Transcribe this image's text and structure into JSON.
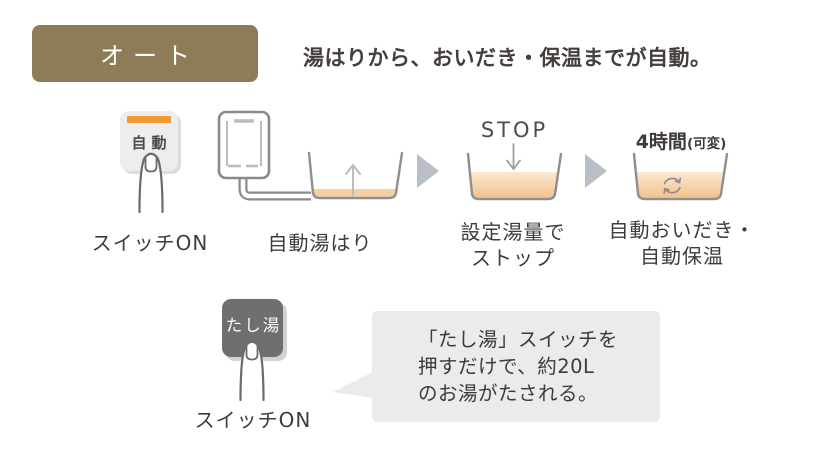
{
  "header": {
    "badge_label": "オート",
    "description": "湯はりから、おいだき・保温までが自動。"
  },
  "flow": {
    "steps": [
      {
        "button_label": "自動",
        "caption": "スイッチON"
      },
      {
        "caption": "自動湯はり"
      },
      {
        "top_label": "STOP",
        "caption_line1": "設定湯量で",
        "caption_line2": "ストップ"
      },
      {
        "top_label": "4時間",
        "top_note": "(可変)",
        "caption_line1": "自動おいだき・",
        "caption_line2": "自動保温"
      }
    ]
  },
  "bottom": {
    "button_label": "たし湯",
    "caption": "スイッチON",
    "bubble_lines": [
      "「たし湯」スイッチを",
      "押すだけで、約20L",
      "のお湯がたされる。"
    ]
  },
  "colors": {
    "badge_brown": "#8e7b57",
    "accent_orange": "#f59a33",
    "water_light": "#fbe9d0",
    "water_deep": "#f2c28e",
    "outline_gray": "#8a8a8a",
    "step_arrow_gray": "#b9bfc7",
    "switch_dark_gray": "#6f6f71",
    "bubble_gray": "#e9ebec"
  }
}
